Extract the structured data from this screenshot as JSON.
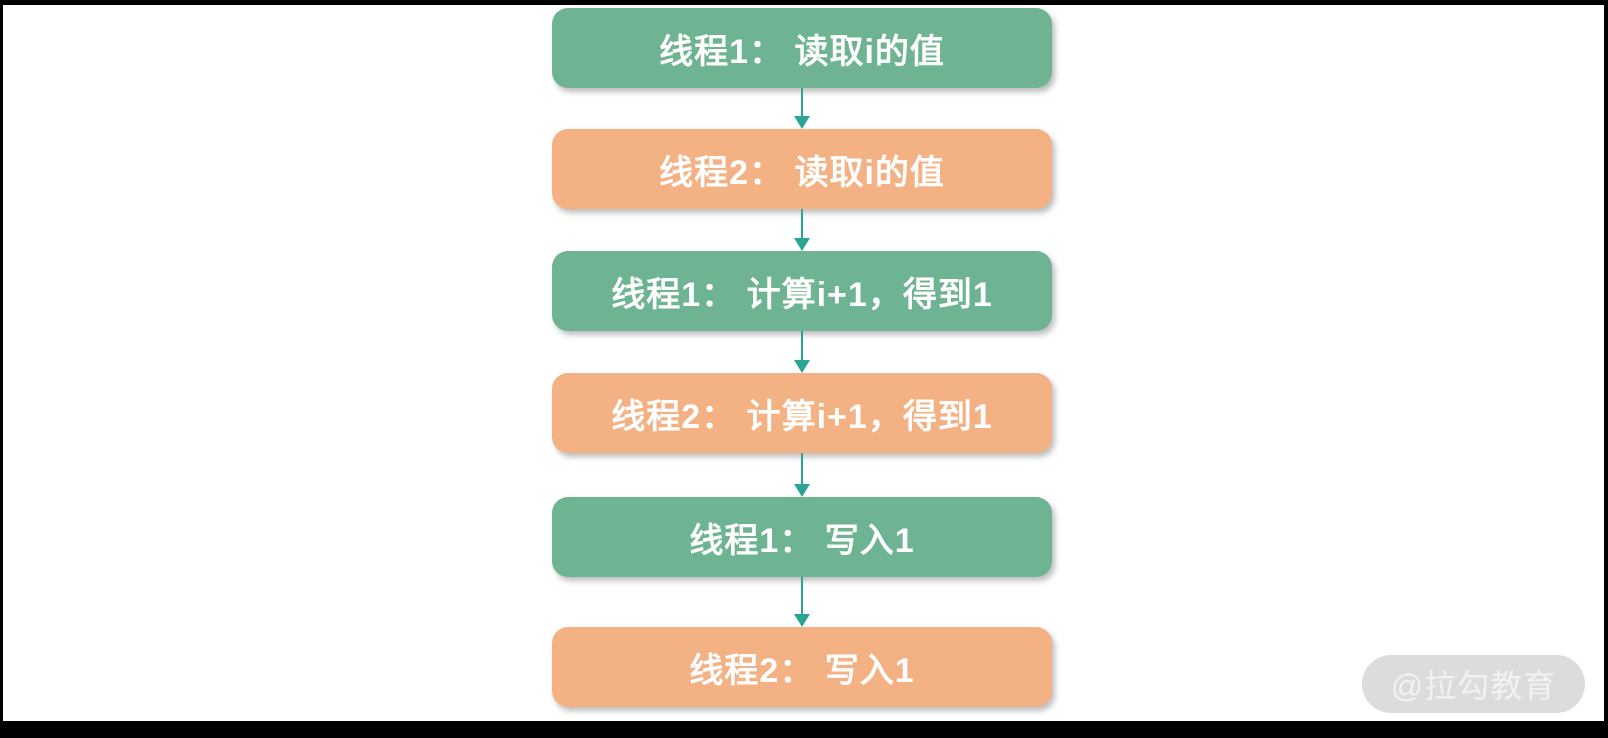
{
  "flowchart": {
    "description": "vertical-sequence-diagram",
    "steps": [
      {
        "label": "线程1： 读取i的值",
        "color": "green"
      },
      {
        "label": "线程2： 读取i的值",
        "color": "orange"
      },
      {
        "label": "线程1： 计算i+1，得到1",
        "color": "green"
      },
      {
        "label": "线程2： 计算i+1，得到1",
        "color": "orange"
      },
      {
        "label": "线程1： 写入1",
        "color": "green"
      },
      {
        "label": "线程2： 写入1",
        "color": "orange"
      }
    ],
    "connector": "down-arrow"
  },
  "colors": {
    "green": "#6FB492",
    "orange": "#F4B183",
    "arrow": "#2BA593",
    "box_text": "#FFFFFF",
    "frame": "#000000",
    "canvas": "#FFFFFF",
    "watermark_bg": "#DCDCDC",
    "watermark_text": "#F2F2F2"
  },
  "watermark": {
    "label": "@拉勾教育"
  }
}
